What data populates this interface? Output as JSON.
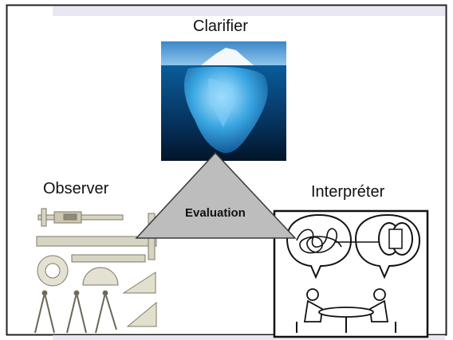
{
  "diagram": {
    "top_label": "Clarifier",
    "left_label": "Observer",
    "right_label": "Interpréter",
    "center_label": "Evaluation"
  },
  "icons": {
    "top": "iceberg-image",
    "left": "measuring-instruments-image",
    "right": "tangled-to-spool-discussion-image"
  }
}
